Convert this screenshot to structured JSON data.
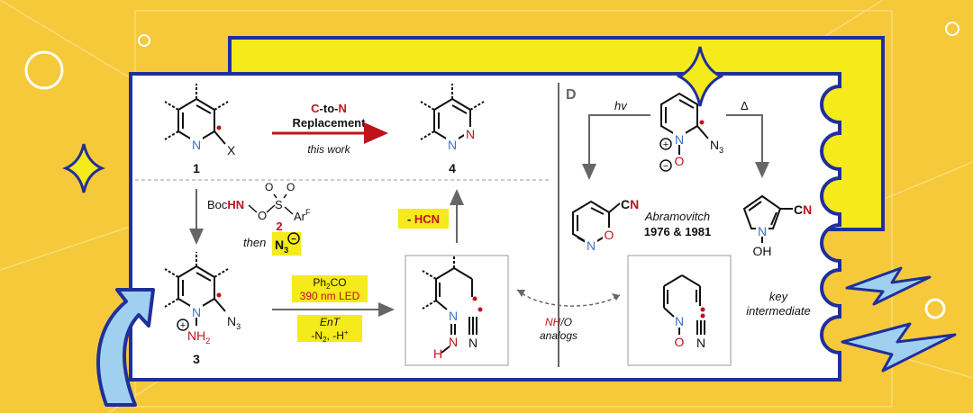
{
  "colors": {
    "background": "#f6c93a",
    "yellow_panel": "#f5ea1a",
    "frame_blue": "#1f2f9c",
    "arrow_red": "#c0121a",
    "highlight": "#f5ea1a",
    "nitrogen_blue": "#3b73c9",
    "light_blue": "#9fd0ef"
  },
  "icons": [
    "sparkle-star-icon",
    "lightning-bolt-icon",
    "curved-arrow-icon",
    "circle-icon"
  ],
  "top": {
    "label_c": "C",
    "label_to": "-to-",
    "label_n": "N",
    "replacement": "Replacement",
    "this_work": "this work",
    "x_label": "X",
    "cmpd1": "1",
    "cmpd4": "4",
    "n_atom": "N"
  },
  "reagents": {
    "bochn_boc": "Boc",
    "bochn_hn": "HN",
    "o_atom": "O",
    "s_atom": "S",
    "arf": "Ar",
    "arf_sup": "F",
    "num2": "2",
    "then": "then",
    "n3_n": "N",
    "n3_sub": "3",
    "minus": "−"
  },
  "bottom": {
    "cmpd3": "3",
    "plus": "+",
    "nh2": "NH",
    "nh2_sub": "2",
    "n3": "N",
    "n3_sub": "3",
    "ph2co": "Ph",
    "ph2co_sub": "2",
    "ph2co_end": "CO",
    "led": "390 nm LED",
    "ent": "EnT",
    "loss": "-N",
    "loss_sub": "2",
    "loss_h": ", -H",
    "loss_sup": "+",
    "hcn": "- HCN",
    "h_atom": "H",
    "nh_o_a": "NH",
    "nh_o_b": "/O",
    "analogs": "analogs"
  },
  "panel_d": {
    "label": "D",
    "hv": "hv",
    "delta": "Δ",
    "cn1": "CN",
    "cn2": "CN",
    "abramovitch": "Abramovitch",
    "years": "1976 & 1981",
    "oh": "OH",
    "n_label": "N",
    "o_label": "O",
    "key": "key",
    "intermediate": "intermediate",
    "n3": "N",
    "n3_sub": "3"
  }
}
